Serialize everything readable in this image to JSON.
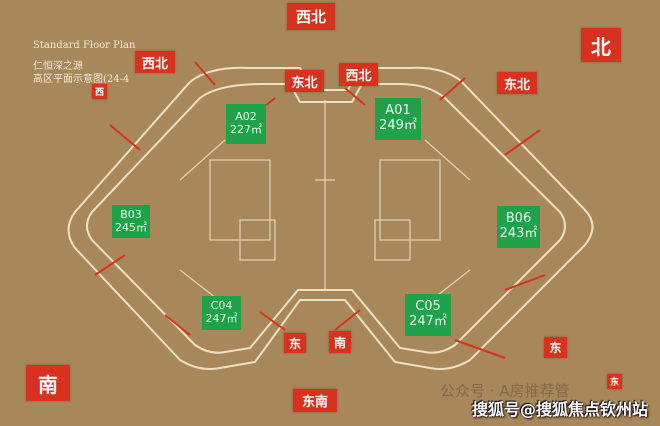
{
  "header": {
    "title_en": "Standard Floor Plan",
    "title_cn": "仁恒深之源",
    "subtitle_cn": "高区平面示意图(24-4"
  },
  "directions": {
    "top_northwest": "西北",
    "north": "北",
    "left_northwest": "西北",
    "west": "西",
    "center_northeast": "东北",
    "center_northwest": "西北",
    "right_northeast": "东北",
    "lower_east": "东",
    "lower_south": "南",
    "right_east": "东",
    "south": "南",
    "southeast": "东南",
    "corner_east": "东"
  },
  "units": [
    {
      "id": "A02",
      "area": "227㎡"
    },
    {
      "id": "A01",
      "area": "249㎡"
    },
    {
      "id": "B03",
      "area": "245㎡"
    },
    {
      "id": "B06",
      "area": "243㎡"
    },
    {
      "id": "C04",
      "area": "247㎡"
    },
    {
      "id": "C05",
      "area": "247㎡"
    }
  ],
  "watermark": {
    "faint": "公众号 · A房推荐管",
    "main": "搜狐号@搜狐焦点钦州站"
  },
  "colors": {
    "background": "#a8875a",
    "direction": "#d8321f",
    "unit": "#1ea24a"
  }
}
